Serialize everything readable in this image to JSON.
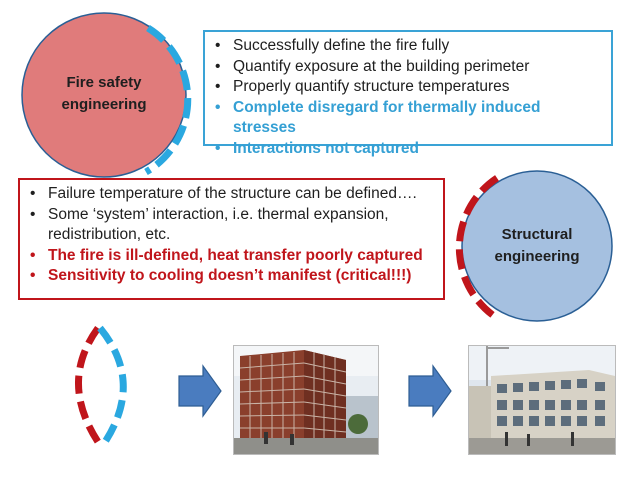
{
  "colors": {
    "fire_circle_fill": "#e07b7b",
    "fire_circle_stroke": "#2a5f95",
    "struct_circle_fill": "#a5c0e0",
    "struct_circle_stroke": "#2a5f95",
    "dash_blue": "#2aa8e0",
    "dash_red": "#c0151b",
    "box_blue_border": "#3aa3d6",
    "box_red_border": "#c0151b",
    "arrow_fill": "#4a7cbf",
    "arrow_stroke": "#2e5d93",
    "blue_highlight_text": "#35a0d4",
    "red_highlight_text": "#c0151b"
  },
  "fire_circle": {
    "label": "Fire safety engineering"
  },
  "structural_circle": {
    "label": "Structural engineering"
  },
  "fire_box": {
    "items": [
      {
        "text": "Successfully define the fire fully",
        "highlight": false
      },
      {
        "text": "Quantify exposure at the building perimeter",
        "highlight": false
      },
      {
        "text": "Properly quantify structure temperatures",
        "highlight": false
      },
      {
        "text": "Complete disregard for thermally induced stresses",
        "highlight": true
      },
      {
        "text": "Interactions not captured",
        "highlight": true
      }
    ]
  },
  "structural_box": {
    "items": [
      {
        "text": "Failure temperature of the structure can be defined….",
        "highlight": false
      },
      {
        "text": "Some ‘system’ interaction, i.e. thermal expansion, redistribution, etc.",
        "highlight": false
      },
      {
        "text": "The fire is ill-defined, heat transfer poorly captured",
        "highlight": true
      },
      {
        "text": "Sensitivity to cooling doesn’t manifest (critical!!!)",
        "highlight": true
      }
    ]
  },
  "images": [
    {
      "name": "building-photo-1",
      "icon": "brick-office-building"
    },
    {
      "name": "building-photo-2",
      "icon": "stone-office-building"
    }
  ]
}
